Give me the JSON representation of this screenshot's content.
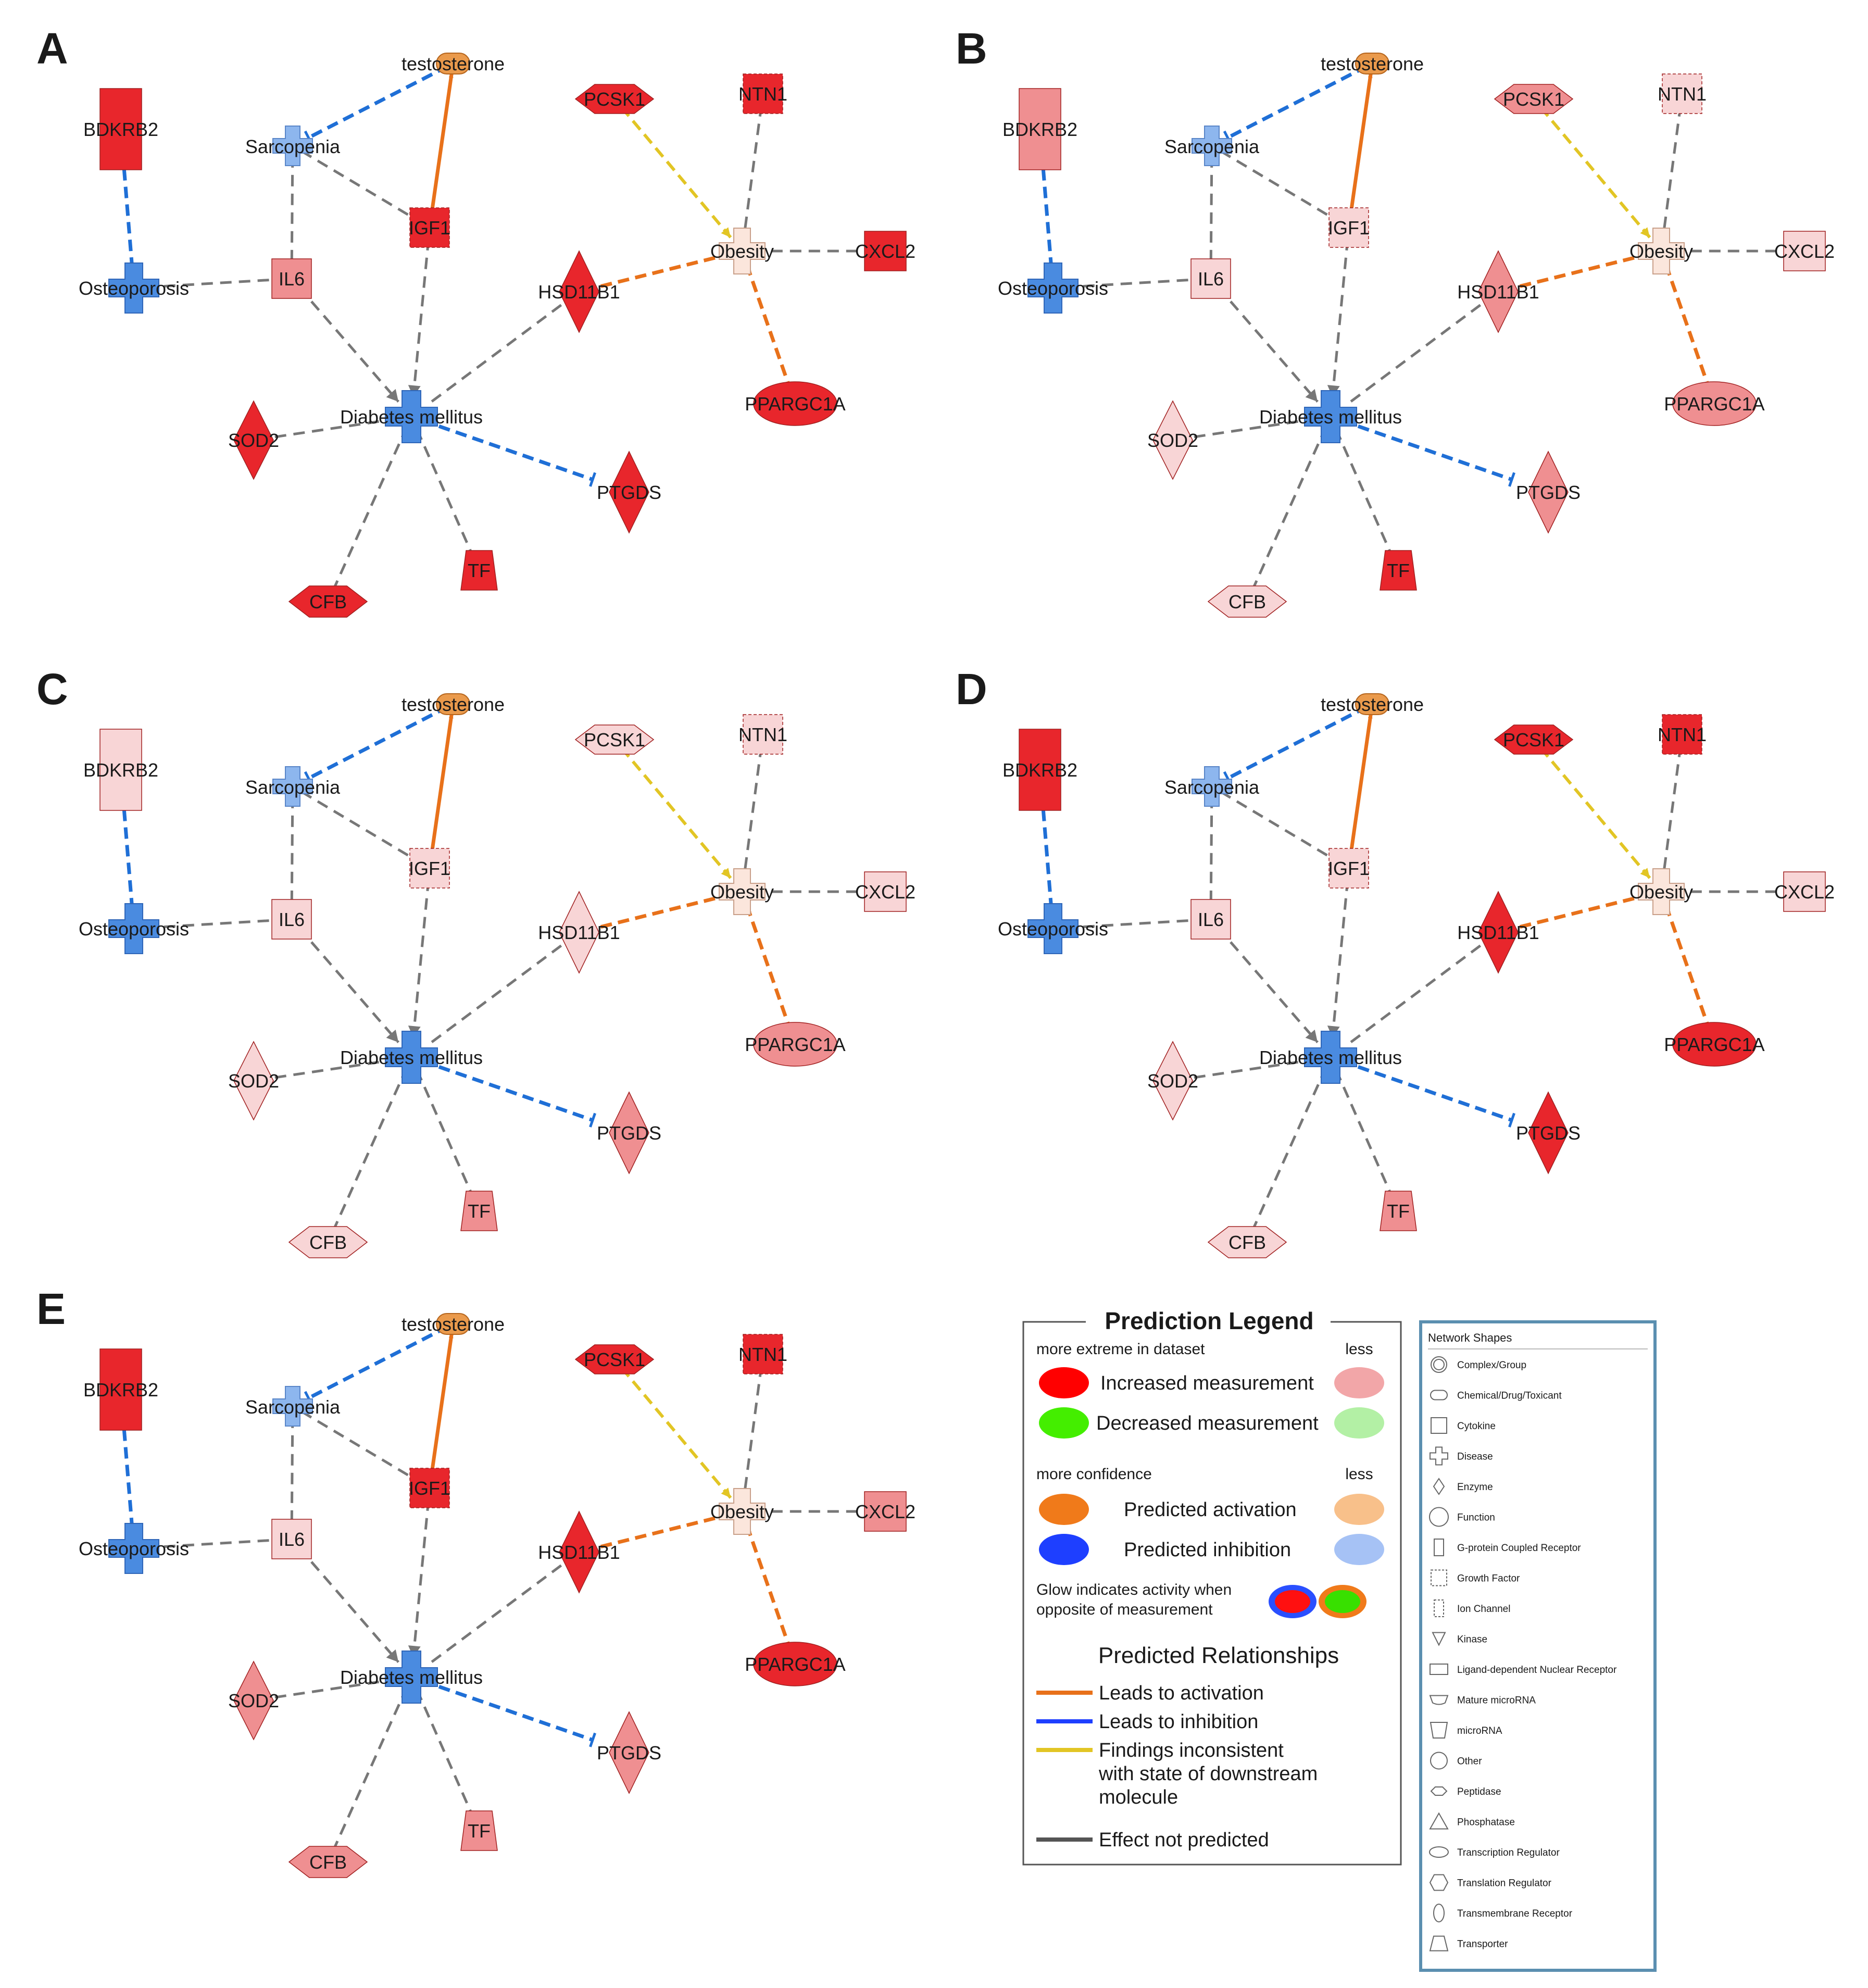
{
  "colors": {
    "node_strong": "#e8262c",
    "node_medium": "#ef8f91",
    "node_light": "#f8d5d6",
    "disease_blue": "#4a8be0",
    "sarcopenia_blue": "#8db6ee",
    "obesity_fill": "#fbe6dc",
    "testosterone_fill": "#ea9a4c",
    "edge_activation": "#e8711a",
    "edge_inhibition": "#1f6fd6",
    "edge_inconsistent": "#e2c524",
    "edge_not_predicted": "#777777"
  },
  "panels": [
    {
      "letter": "A",
      "levels": {
        "BDKRB2": "s",
        "PCSK1": "s",
        "NTN1": "s",
        "IGF1": "s",
        "IL6": "m",
        "CXCL2": "s",
        "HSD11B1": "s",
        "PPARGC1A": "s",
        "SOD2": "s",
        "PTGDS": "s",
        "CFB": "s",
        "TF": "s"
      }
    },
    {
      "letter": "B",
      "levels": {
        "BDKRB2": "m",
        "PCSK1": "m",
        "NTN1": "l",
        "IGF1": "l",
        "IL6": "l",
        "CXCL2": "l",
        "HSD11B1": "m",
        "PPARGC1A": "m",
        "SOD2": "l",
        "PTGDS": "m",
        "CFB": "l",
        "TF": "s"
      }
    },
    {
      "letter": "C",
      "levels": {
        "BDKRB2": "l",
        "PCSK1": "l",
        "NTN1": "l",
        "IGF1": "l",
        "IL6": "l",
        "CXCL2": "l",
        "HSD11B1": "l",
        "PPARGC1A": "m",
        "SOD2": "l",
        "PTGDS": "m",
        "CFB": "l",
        "TF": "m"
      }
    },
    {
      "letter": "D",
      "levels": {
        "BDKRB2": "s",
        "PCSK1": "s",
        "NTN1": "s",
        "IGF1": "l",
        "IL6": "l",
        "CXCL2": "l",
        "HSD11B1": "s",
        "PPARGC1A": "s",
        "SOD2": "l",
        "PTGDS": "s",
        "CFB": "l",
        "TF": "m"
      }
    },
    {
      "letter": "E",
      "levels": {
        "BDKRB2": "s",
        "PCSK1": "s",
        "NTN1": "s",
        "IGF1": "s",
        "IL6": "l",
        "CXCL2": "m",
        "HSD11B1": "s",
        "PPARGC1A": "s",
        "SOD2": "m",
        "PTGDS": "m",
        "CFB": "m",
        "TF": "m"
      }
    }
  ],
  "node_labels": {
    "testosterone": "testosterone",
    "Sarcopenia": "Sarcopenia",
    "BDKRB2": "BDKRB2",
    "Osteoporosis": "Osteoporosis",
    "IL6": "IL6",
    "IGF1": "IGF1",
    "PCSK1": "PCSK1",
    "NTN1": "NTN1",
    "Obesity": "Obesity",
    "CXCL2": "CXCL2",
    "HSD11B1": "HSD11B1",
    "PPARGC1A": "PPARGC1A",
    "Diabetes": "Diabetes mellitus",
    "SOD2": "SOD2",
    "PTGDS": "PTGDS",
    "CFB": "CFB",
    "TF": "TF"
  },
  "legend": {
    "title": "Prediction Legend",
    "more_extreme": "more extreme in dataset",
    "less": "less",
    "increased": "Increased measurement",
    "decreased": "Decreased measurement",
    "more_confidence": "more confidence",
    "less2": "less",
    "pred_activation": "Predicted activation",
    "pred_inhibition": "Predicted inhibition",
    "glow_line1": "Glow indicates activity when",
    "glow_line2": "opposite of measurement",
    "relationships_title": "Predicted Relationships",
    "leads_activation": "Leads to activation",
    "leads_inhibition": "Leads to inhibition",
    "inconsistent_line1": "Findings inconsistent",
    "inconsistent_line2": "with state of downstream",
    "inconsistent_line3": "molecule",
    "not_predicted": "Effect not predicted"
  },
  "shapes": {
    "title": "Network Shapes",
    "items": [
      "Complex/Group",
      "Chemical/Drug/Toxicant",
      "Cytokine",
      "Disease",
      "Enzyme",
      "Function",
      "G-protein Coupled Receptor",
      "Growth Factor",
      "Ion Channel",
      "Kinase",
      "Ligand-dependent Nuclear Receptor",
      "Mature microRNA",
      "microRNA",
      "Other",
      "Peptidase",
      "Phosphatase",
      "Transcription Regulator",
      "Translation Regulator",
      "Transmembrane Receptor",
      "Transporter"
    ]
  }
}
